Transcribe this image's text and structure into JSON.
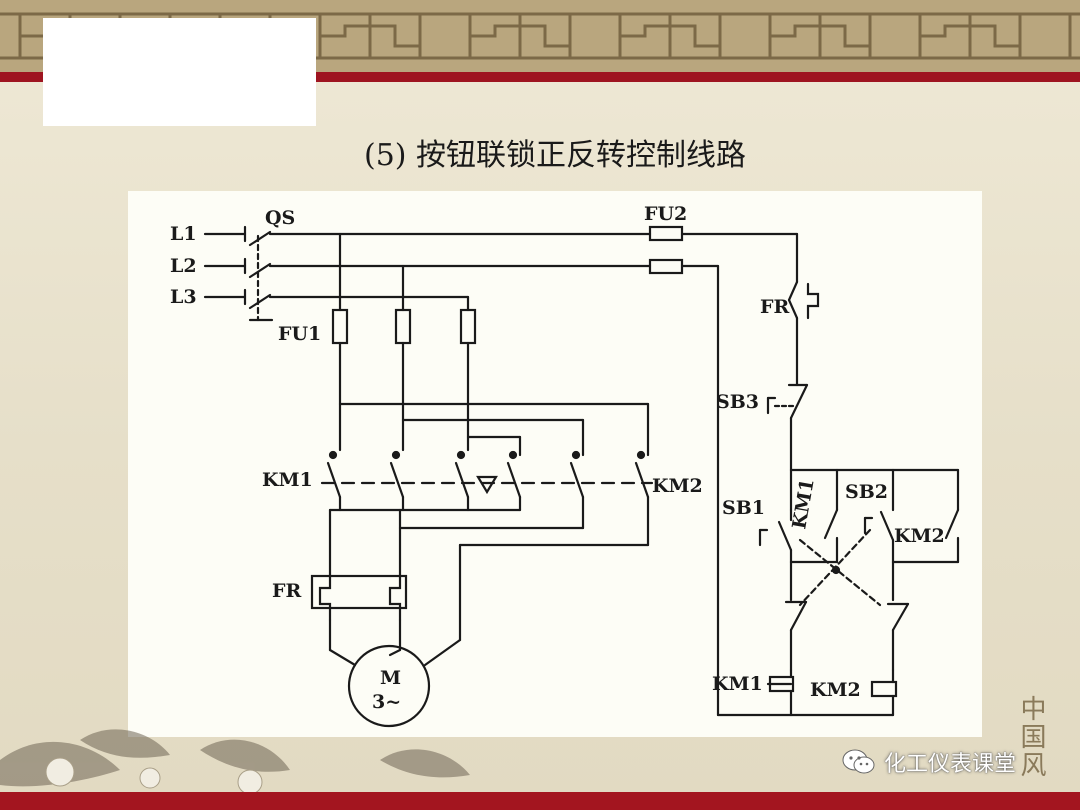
{
  "slide": {
    "title": "(5) 按钮联锁正反转控制线路",
    "watermark": "化工仪表课堂",
    "seal_text": "中国风"
  },
  "diagram": {
    "labels": {
      "l1": "L1",
      "l2": "L2",
      "l3": "L3",
      "qs": "QS",
      "fu1": "FU1",
      "fu2": "FU2",
      "km1_main": "KM1",
      "km2_main": "KM2",
      "fr_main": "FR",
      "motor_m": "M",
      "motor_phase": "3~",
      "fr_ctrl": "FR",
      "sb3": "SB3",
      "sb1": "SB1",
      "sb2": "SB2",
      "km1_aux": "KM1",
      "km2_aux": "KM2",
      "km1_coil": "KM1",
      "km2_coil": "KM2"
    }
  },
  "colors": {
    "border_tan": "#b7a37a",
    "strip_red": "#9e1420",
    "ink": "#1a1a1a"
  }
}
